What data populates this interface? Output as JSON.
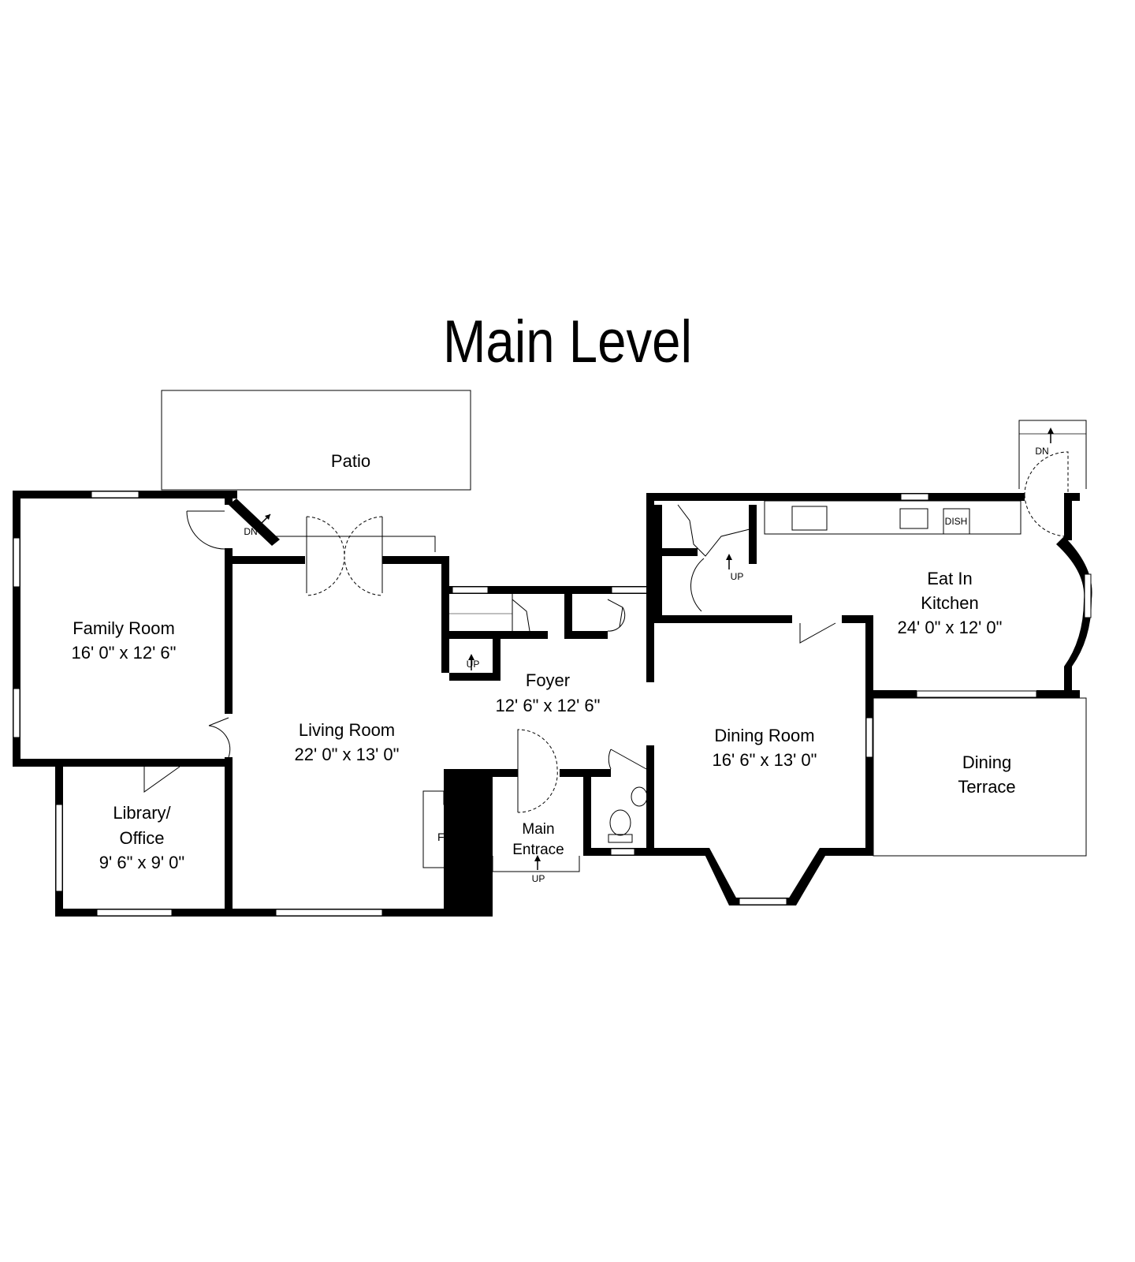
{
  "title": "Main Level",
  "rooms": {
    "patio": {
      "name": "Patio"
    },
    "family_room": {
      "name": "Family Room",
      "size": "16' 0\" x 12' 6\""
    },
    "library": {
      "name_line1": "Library/",
      "name_line2": "Office",
      "size": "9' 6\" x 9' 0\""
    },
    "living_room": {
      "name": "Living Room",
      "size": "22' 0\" x 13' 0\""
    },
    "foyer": {
      "name": "Foyer",
      "size": "12' 6\" x 12' 6\""
    },
    "main_entrance": {
      "name_line1": "Main",
      "name_line2": "Entrace"
    },
    "dining_room": {
      "name": "Dining Room",
      "size": "16' 6\" x 13' 0\""
    },
    "kitchen": {
      "name_line1": "Eat In",
      "name_line2": "Kitchen",
      "size": "24' 0\" x 12' 0\""
    },
    "dining_terrace": {
      "name_line1": "Dining",
      "name_line2": "Terrace"
    }
  },
  "fixtures": {
    "fireplace": "FP",
    "dishwasher": "DISH",
    "stairs_down_patio": "DN",
    "stairs_down_kitchen": "DN",
    "stairs_up_foyer": "UP",
    "stairs_up_kitchen": "UP",
    "stairs_up_entrance": "UP"
  },
  "colors": {
    "wall": "#000000",
    "background": "#ffffff"
  }
}
